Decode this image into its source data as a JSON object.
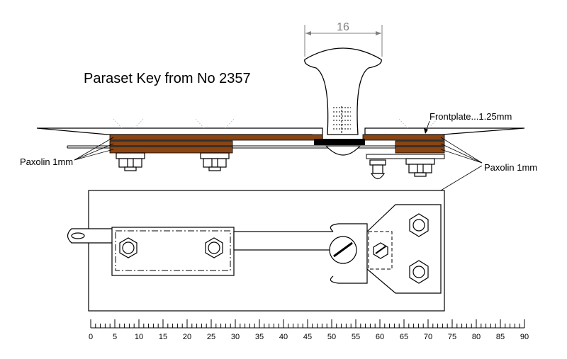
{
  "title": "Paraset Key from No 2357",
  "dimension_label": "16",
  "labels": {
    "frontplate": "Frontplate...1.25mm",
    "paxolin_left": "Paxolin 1mm",
    "paxolin_right": "Paxolin 1mm"
  },
  "scale": {
    "min": 0,
    "max": 90,
    "major_step": 5,
    "minor_step": 1,
    "tick_labels": [
      "0",
      "5",
      "10",
      "15",
      "20",
      "25",
      "30",
      "35",
      "40",
      "45",
      "50",
      "55",
      "60",
      "65",
      "70",
      "75",
      "80",
      "85",
      "90"
    ]
  },
  "colors": {
    "paxolin": "#8B4513",
    "line": "#000000",
    "dimension": "#808080",
    "metal_fill": "#ffffff"
  }
}
